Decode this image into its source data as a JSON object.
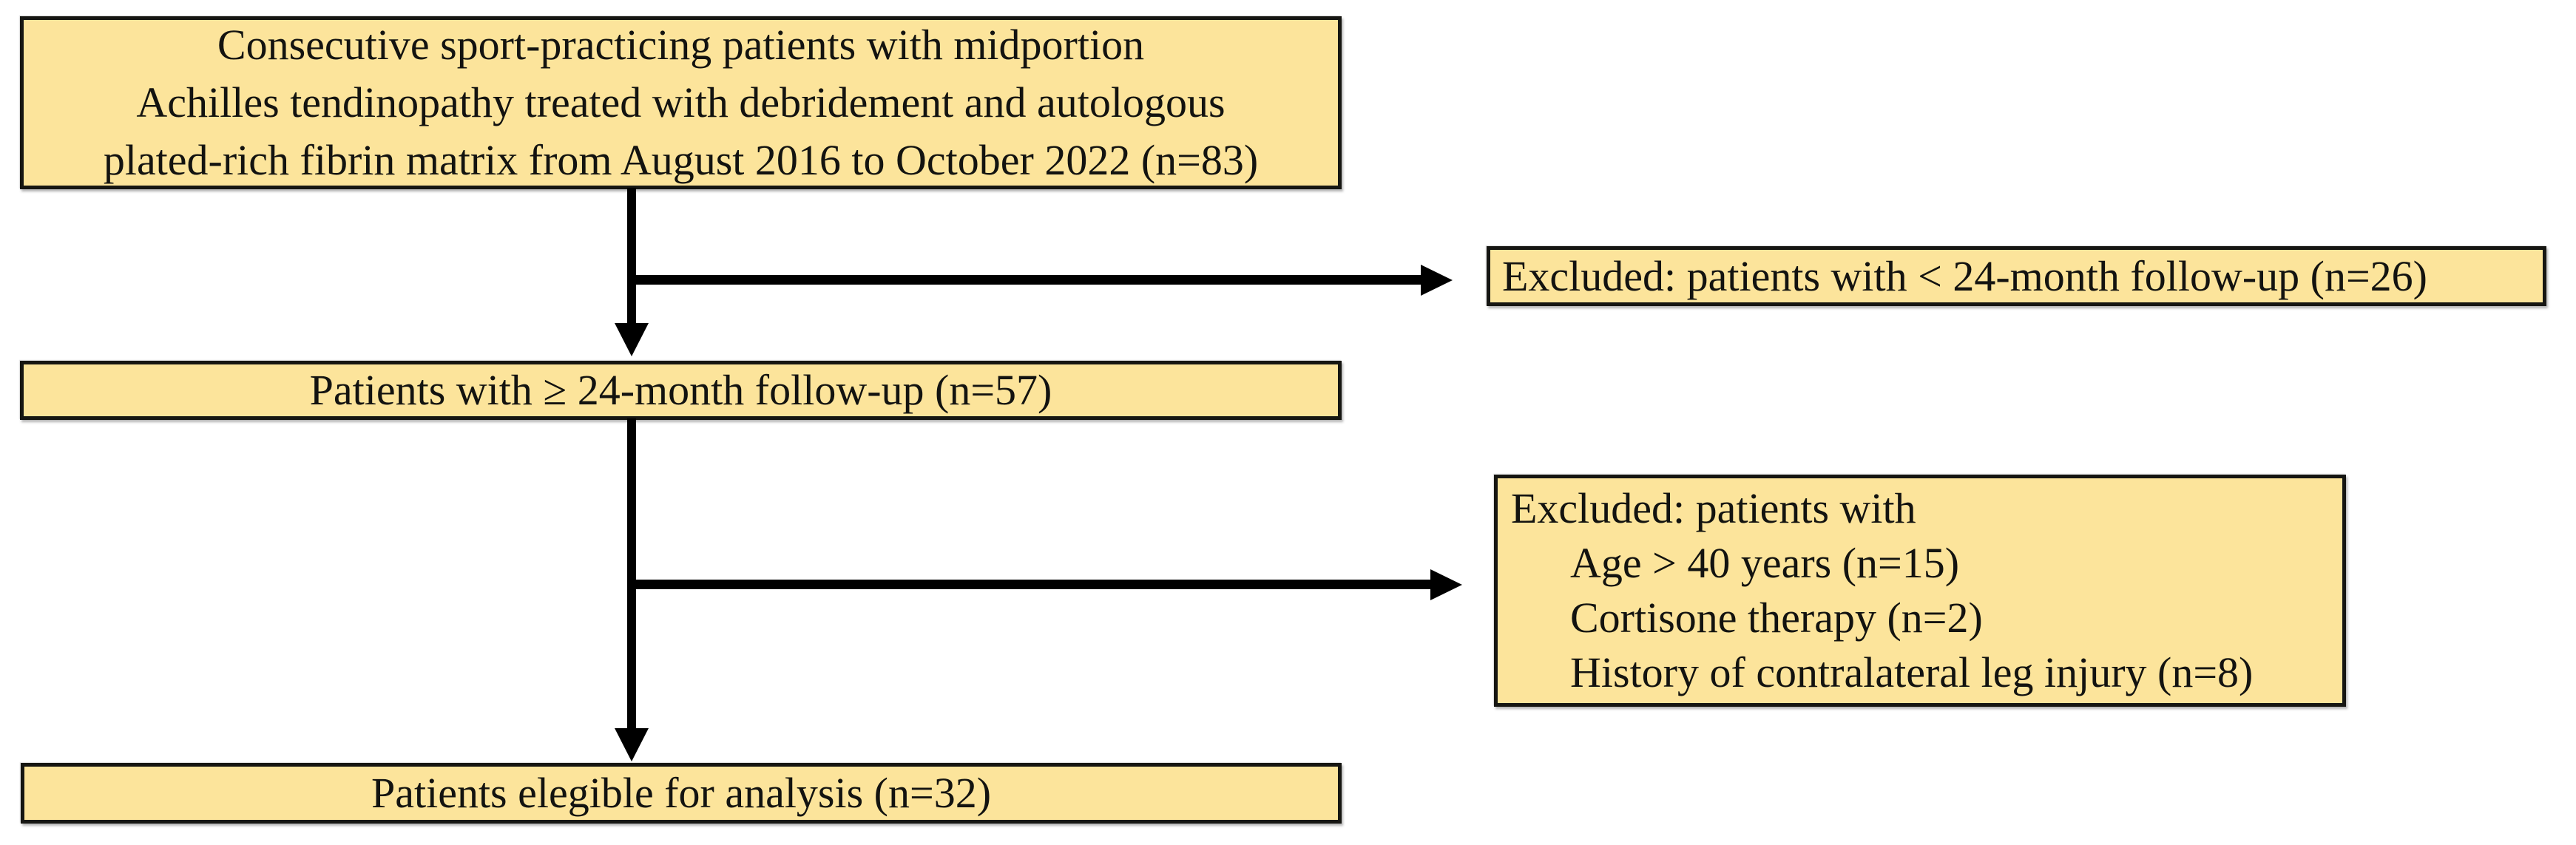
{
  "figure": {
    "type": "patient-flow-diagram",
    "background_color": "#ffffff",
    "box_fill_color": "#fce49b",
    "box_border_color": "#161612",
    "arrow_color": "#000000"
  },
  "nodes": {
    "enrollment": {
      "lines": [
        "Consecutive sport-practicing patients with midportion",
        "Achilles tendinopathy treated with debridement and autologous",
        "plated-rich fibrin matrix from August 2016 to October 2022 (n=83)"
      ]
    },
    "excluded_followup": {
      "text": "Excluded: patients with < 24-month follow-up (n=26)"
    },
    "followup": {
      "text": "Patients with ≥ 24-month follow-up (n=57)"
    },
    "excluded_criteria": {
      "title": "Excluded: patients with",
      "items": [
        "Age > 40 years (n=15)",
        "Cortisone therapy (n=2)",
        "History of contralateral leg injury (n=8)"
      ]
    },
    "eligible": {
      "text": "Patients elegible for analysis (n=32)"
    }
  }
}
